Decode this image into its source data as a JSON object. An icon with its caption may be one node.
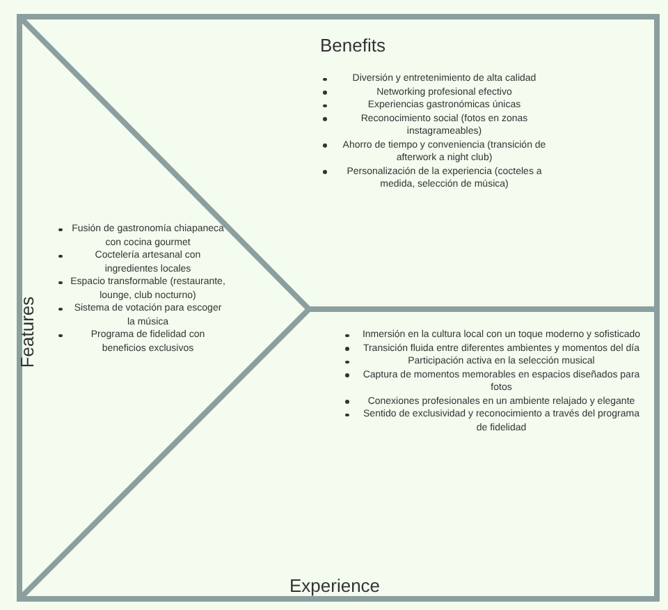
{
  "diagram": {
    "nodes": [
      {
        "text": [
          "Benefits",
          "Diversión y entretenimiento de alta calidad",
          "Networking profesional efectivo",
          "Experiencias gastronómicas únicas",
          "Reconocimiento social (fotos en zonas instagrameables)",
          "Ahorro de tiempo y conveniencia (transición de afterwork a night club)",
          "Personalización de la experiencia (cocteles a medida, selección de música)"
        ]
      },
      {
        "text": [
          "Features",
          "Fusión de gastronomía chiapaneca con cocina gourmet",
          "Coctelería artesanal con ingredientes locales",
          "Espacio transformable (restaurante, lounge, club nocturno)",
          "Sistema de votación para escoger la música",
          "Programa de fidelidad con beneficios exclusivos"
        ]
      },
      {
        "text": [
          "Experience",
          "Inmersión en la cultura local con un toque moderno y sofisticado",
          "Transición fluida entre diferentes ambientes y momentos del día",
          "Participación activa en la selección musical",
          "Captura de momentos memorables en espacios diseñados para fotos",
          "Conexiones profesionales en un ambiente relajado y elegante",
          "Sentido de exclusividad y reconocimiento a través del programa de fidelidad"
        ]
      }
    ]
  }
}
